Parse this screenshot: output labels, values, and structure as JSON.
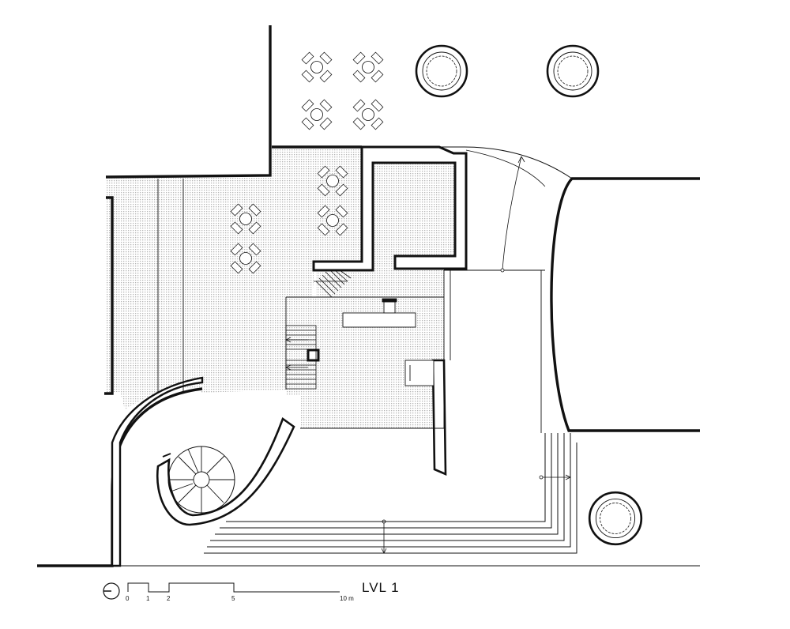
{
  "drawing": {
    "level_label": "LVL 1"
  },
  "scale_bar": {
    "ticks": [
      "0",
      "1",
      "2",
      "5",
      "10 m"
    ]
  },
  "colors": {
    "line": "#111111",
    "hatch": "#bdbdbd",
    "paper": "#ffffff"
  },
  "icons": {
    "north_arrow": "north-arrow-icon",
    "table_set": "table-with-chairs-icon",
    "planter": "round-planter-icon",
    "spiral_stair": "spiral-stair-icon"
  }
}
